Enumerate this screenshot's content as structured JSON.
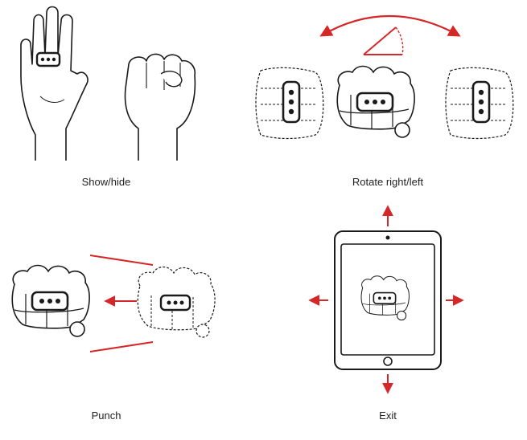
{
  "colors": {
    "ink": "#1a1a1a",
    "accent": "#d62728",
    "background": "#ffffff"
  },
  "panels": [
    {
      "id": "show-hide",
      "caption": "Show/hide",
      "icons": [
        "open-hand-icon",
        "fist-icon",
        "ring-device-icon"
      ]
    },
    {
      "id": "rotate",
      "caption": "Rotate right/left",
      "icons": [
        "fist-icon",
        "curved-double-arrow-icon",
        "angle-icon"
      ]
    },
    {
      "id": "punch",
      "caption": "Punch",
      "icons": [
        "fist-icon",
        "left-arrow-icon",
        "motion-lines-icon"
      ]
    },
    {
      "id": "exit",
      "caption": "Exit",
      "icons": [
        "tablet-icon",
        "fist-icon",
        "four-way-arrows-icon"
      ]
    }
  ]
}
